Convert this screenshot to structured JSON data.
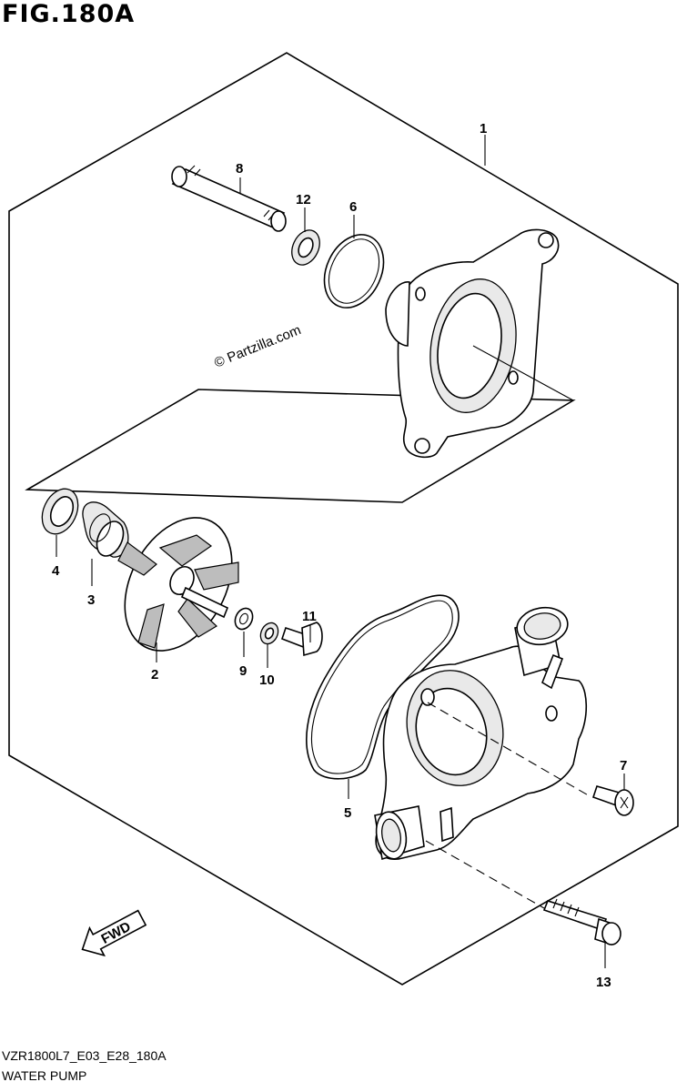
{
  "figure": {
    "title": "FIG.180A",
    "code": "VZR1800L7_E03_E28_180A",
    "name": "WATER PUMP",
    "watermark": "© Partzilla.com",
    "fwd_label": "FWD"
  },
  "callouts": {
    "c1": "1",
    "c2": "2",
    "c3": "3",
    "c4": "4",
    "c5": "5",
    "c6": "6",
    "c7": "7",
    "c8": "8",
    "c9": "9",
    "c10": "10",
    "c11": "11",
    "c12": "12",
    "c13": "13"
  }
}
